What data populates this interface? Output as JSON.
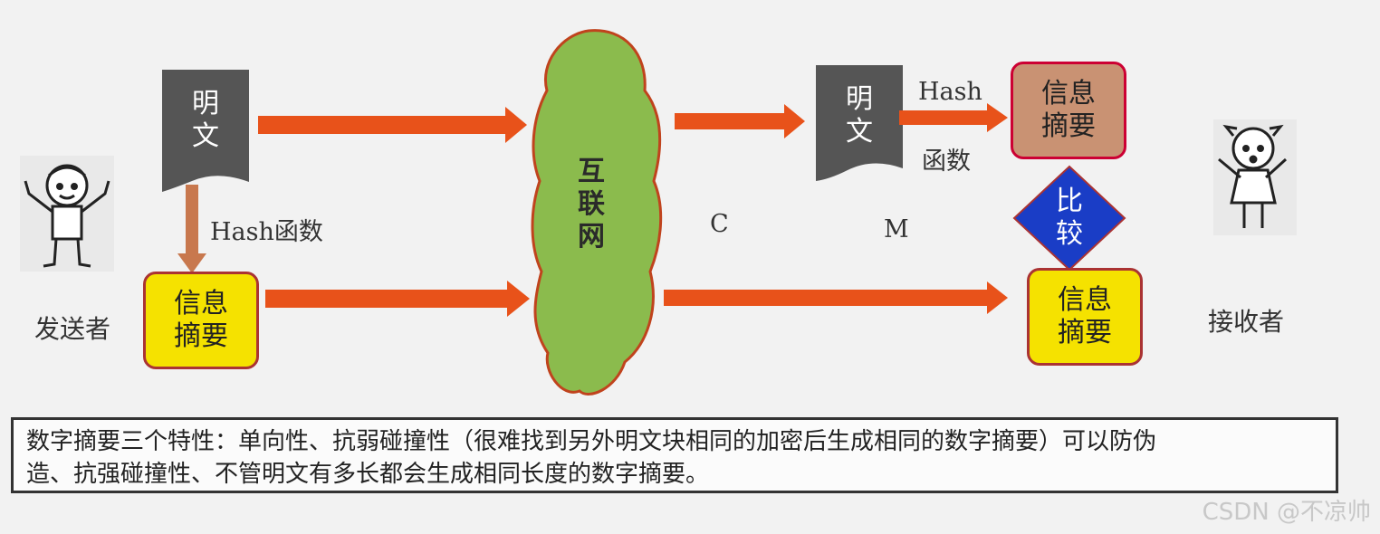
{
  "sender": {
    "label": "发送者"
  },
  "receiver": {
    "label": "接收者"
  },
  "sender_doc": {
    "line1": "明",
    "line2": "文"
  },
  "receiver_doc": {
    "line1": "明",
    "line2": "文"
  },
  "sender_hash_label": "Hash函数",
  "receiver_hash_label_top": "Hash",
  "receiver_hash_label_bottom": "函数",
  "sender_digest": {
    "line1": "信息",
    "line2": "摘要"
  },
  "receiver_digest_computed": {
    "line1": "信息",
    "line2": "摘要"
  },
  "receiver_digest_received": {
    "line1": "信息",
    "line2": "摘要"
  },
  "compare": {
    "line1": "比",
    "line2": "较"
  },
  "internet": {
    "line1": "互",
    "line2": "联",
    "line3": "网"
  },
  "label_c": "C",
  "label_m": "M",
  "note": {
    "line1": "数字摘要三个特性：单向性、抗弱碰撞性（很难找到另外明文块相同的加密后生成相同的数字摘要）可以防伪",
    "line2": "造、抗强碰撞性、不管明文有多长都会生成相同长度的数字摘要。"
  },
  "watermark": "CSDN @不凉帅",
  "colors": {
    "arrow": "#e8521a",
    "arrow_down": "#c8784e",
    "doc": "#555555",
    "digest_yellow": "#f5e200",
    "digest_brown": "#c99273",
    "compare_blue": "#1a3dc6",
    "cloud_green": "#8bbb4d",
    "cloud_outline": "#c0431d"
  }
}
